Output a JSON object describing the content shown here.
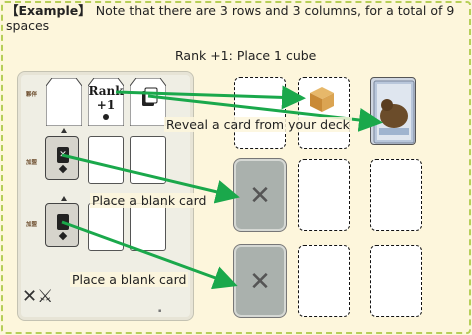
{
  "header": {
    "tag": "【Example】",
    "text": "Note that there are 3 rows and 3 columns, for a total of 9 spaces"
  },
  "captions": {
    "rank": "Rank +1: Place 1 cube",
    "reveal": "Reveal a card from your deck",
    "blank1": "Place a blank card",
    "blank2": "Place a blank card"
  },
  "panel": {
    "rank_label_top": "Rank",
    "rank_label_bottom": "+1",
    "blank_symbol": "✕",
    "side_labels": [
      "夥伴",
      "加盟",
      "加盟"
    ],
    "corner_text": "✕ ⚔"
  },
  "colors": {
    "arrow": "#1aa84b",
    "frame": "#b7cf58",
    "background": "#fdf6dc"
  },
  "icons": [
    "cube-icon",
    "creature-card-icon",
    "blank-card-x-icon",
    "card-back-icon"
  ]
}
